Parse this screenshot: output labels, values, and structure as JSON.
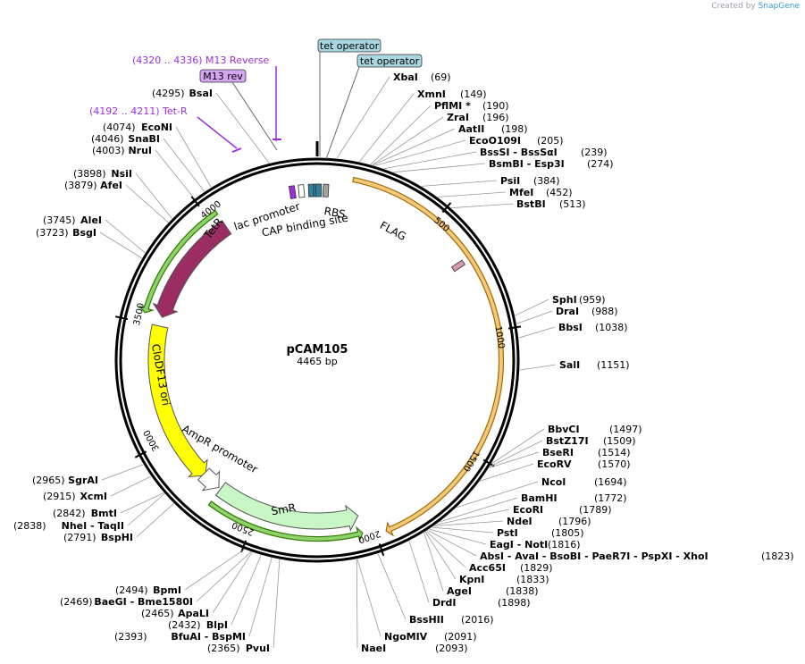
{
  "credit": {
    "prefix": "Created by",
    "brand": "SnapGene"
  },
  "plasmid": {
    "name": "pCAM105",
    "size_label": "4465 bp",
    "length": 4465
  },
  "ticks": [
    {
      "bp": 500,
      "label": "500"
    },
    {
      "bp": 1000,
      "label": "1000"
    },
    {
      "bp": 1500,
      "label": "1500"
    },
    {
      "bp": 2000,
      "label": "2000"
    },
    {
      "bp": 2500,
      "label": "2500"
    },
    {
      "bp": 3000,
      "label": "3000"
    },
    {
      "bp": 3500,
      "label": "3500"
    },
    {
      "bp": 4000,
      "label": "4000"
    }
  ],
  "features": [
    {
      "name": "TetR",
      "start": 3540,
      "end": 4040,
      "direction": "ccw",
      "color": "#9b2d62",
      "kind": "arrow"
    },
    {
      "name": "CloDF13 ori",
      "start": 2780,
      "end": 3500,
      "direction": "ccw",
      "color": "#ffff00",
      "kind": "arrow"
    },
    {
      "name": "SmR",
      "start": 2050,
      "end": 2690,
      "direction": "ccw",
      "color": "#c8f7c5",
      "kind": "arrow"
    },
    {
      "name": "AmpR promoter",
      "start": 2700,
      "end": 2790,
      "direction": "ccw",
      "color": "#ffffff",
      "kind": "arrow"
    },
    {
      "name": "FLAG",
      "start": 685,
      "end": 710,
      "direction": "cw",
      "color": "#d49ab3",
      "kind": "arrow"
    },
    {
      "name": "lac promoter",
      "start": 4345,
      "end": 4378,
      "direction": "cw",
      "color": "#9b30d9",
      "kind": "arrow"
    },
    {
      "name": "CAP binding site",
      "start": 4388,
      "end": 4410,
      "direction": "cw",
      "color": "#ffffff",
      "kind": "box"
    },
    {
      "name": "tet operator",
      "start": 4430,
      "end": 4450,
      "direction": "cw",
      "color": "#2f7fa0",
      "kind": "box"
    },
    {
      "name": "tet operator",
      "start": 4458,
      "end": 4465,
      "direction": "cw",
      "color": "#2f7fa0",
      "kind": "box"
    },
    {
      "name": "tet operator",
      "start": 0,
      "end": 12,
      "direction": "cw",
      "color": "#2f7fa0",
      "kind": "box"
    },
    {
      "name": "RBS",
      "start": 30,
      "end": 42,
      "direction": "cw",
      "color": "#a0a0a0",
      "kind": "box"
    }
  ],
  "outer_arrows": [
    {
      "name": "orange-arc",
      "start": 140,
      "end": 1960,
      "direction": "cw",
      "color": "#f2c87a",
      "edge": "#a26b00"
    },
    {
      "name": "green-arc-top",
      "start": 3540,
      "end": 4040,
      "direction": "ccw",
      "color": "#8fd16a",
      "edge": "#2f7a00"
    },
    {
      "name": "green-arc-bottom",
      "start": 2050,
      "end": 2690,
      "direction": "ccw",
      "color": "#8fd16a",
      "edge": "#2f7a00"
    }
  ],
  "box_labels": [
    {
      "text": "tet operator",
      "color": "#a9d6e0"
    },
    {
      "text": "tet operator",
      "color": "#a9d6e0"
    },
    {
      "text": "M13 rev",
      "color": "#d7a6f2"
    }
  ],
  "primer_labels": [
    {
      "range": "(4320 .. 4336)",
      "name": "M13 Reverse"
    },
    {
      "range": "(4192 .. 4211)",
      "name": "Tet-R"
    }
  ],
  "sites_right": [
    {
      "name": "XbaI",
      "pos": "(69)",
      "bp": 69
    },
    {
      "name": "XmnI",
      "pos": "(149)",
      "bp": 149
    },
    {
      "name": "PflMI *",
      "pos": "(190)",
      "bp": 190
    },
    {
      "name": "ZraI",
      "pos": "(196)",
      "bp": 196
    },
    {
      "name": "AatII",
      "pos": "(198)",
      "bp": 198
    },
    {
      "name": "EcoO109I",
      "pos": "(205)",
      "bp": 205
    },
    {
      "name": "BssSI  - BssSαI",
      "pos": "(239)",
      "bp": 239
    },
    {
      "name": "BsmBI  - Esp3I",
      "pos": "(274)",
      "bp": 274
    },
    {
      "name": "PsiI",
      "pos": "(384)",
      "bp": 384
    },
    {
      "name": "MfeI",
      "pos": "(452)",
      "bp": 452
    },
    {
      "name": "BstBI",
      "pos": "(513)",
      "bp": 513
    },
    {
      "name": "SphI",
      "pos": "(959)",
      "bp": 959
    },
    {
      "name": "DraI",
      "pos": "(988)",
      "bp": 988
    },
    {
      "name": "BbsI",
      "pos": "(1038)",
      "bp": 1038
    },
    {
      "name": "SalI",
      "pos": "(1151)",
      "bp": 1151
    },
    {
      "name": "BbvCI",
      "pos": "(1497)",
      "bp": 1497
    },
    {
      "name": "BstZ17I",
      "pos": "(1509)",
      "bp": 1509
    },
    {
      "name": "BseRI",
      "pos": "(1514)",
      "bp": 1514
    },
    {
      "name": "EcoRV",
      "pos": "(1570)",
      "bp": 1570
    },
    {
      "name": "NcoI",
      "pos": "(1694)",
      "bp": 1694
    },
    {
      "name": "BamHI",
      "pos": "(1772)",
      "bp": 1772
    },
    {
      "name": "EcoRI",
      "pos": "(1789)",
      "bp": 1789
    },
    {
      "name": "NdeI",
      "pos": "(1796)",
      "bp": 1796
    },
    {
      "name": "PstI",
      "pos": "(1805)",
      "bp": 1805
    },
    {
      "name": "EagI  - NotI",
      "pos": "(1816)",
      "bp": 1816
    },
    {
      "name": "AbsI  - AvaI  - BsoBI  - PaeR7I  - PspXI  - XhoI",
      "pos": "(1823)",
      "bp": 1823
    },
    {
      "name": "Acc65I",
      "pos": "(1829)",
      "bp": 1829
    },
    {
      "name": "KpnI",
      "pos": "(1833)",
      "bp": 1833
    },
    {
      "name": "AgeI",
      "pos": "(1838)",
      "bp": 1838
    },
    {
      "name": "DrdI",
      "pos": "(1898)",
      "bp": 1898
    },
    {
      "name": "BssHII",
      "pos": "(2016)",
      "bp": 2016
    },
    {
      "name": "NgoMIV",
      "pos": "(2091)",
      "bp": 2091
    },
    {
      "name": "NaeI",
      "pos": "(2093)",
      "bp": 2093
    }
  ],
  "sites_left": [
    {
      "name": "BsaI",
      "pos": "(4295)",
      "bp": 4295
    },
    {
      "name": "EcoNI",
      "pos": "(4074)",
      "bp": 4074
    },
    {
      "name": "SnaBI",
      "pos": "(4046)",
      "bp": 4046
    },
    {
      "name": "NruI",
      "pos": "(4003)",
      "bp": 4003
    },
    {
      "name": "NsiI",
      "pos": "(3898)",
      "bp": 3898
    },
    {
      "name": "AfeI",
      "pos": "(3879)",
      "bp": 3879
    },
    {
      "name": "AleI",
      "pos": "(3745)",
      "bp": 3745
    },
    {
      "name": "BsgI",
      "pos": "(3723)",
      "bp": 3723
    },
    {
      "name": "SgrAI",
      "pos": "(2965)",
      "bp": 2965
    },
    {
      "name": "XcmI",
      "pos": "(2915)",
      "bp": 2915
    },
    {
      "name": "BmtI",
      "pos": "(2842)",
      "bp": 2842
    },
    {
      "name": "NheI  - TaqII",
      "pos": "(2838)",
      "bp": 2838
    },
    {
      "name": "BspHI",
      "pos": "(2791)",
      "bp": 2791
    },
    {
      "name": "BpmI",
      "pos": "(2494)",
      "bp": 2494
    },
    {
      "name": "BaeGI  - Bme1580I",
      "pos": "(2469)",
      "bp": 2469
    },
    {
      "name": "ApaLI",
      "pos": "(2465)",
      "bp": 2465
    },
    {
      "name": "BlpI",
      "pos": "(2432)",
      "bp": 2432
    },
    {
      "name": "BfuAI  - BspMI",
      "pos": "(2393)",
      "bp": 2393
    },
    {
      "name": "PvuI",
      "pos": "(2365)",
      "bp": 2365
    }
  ]
}
